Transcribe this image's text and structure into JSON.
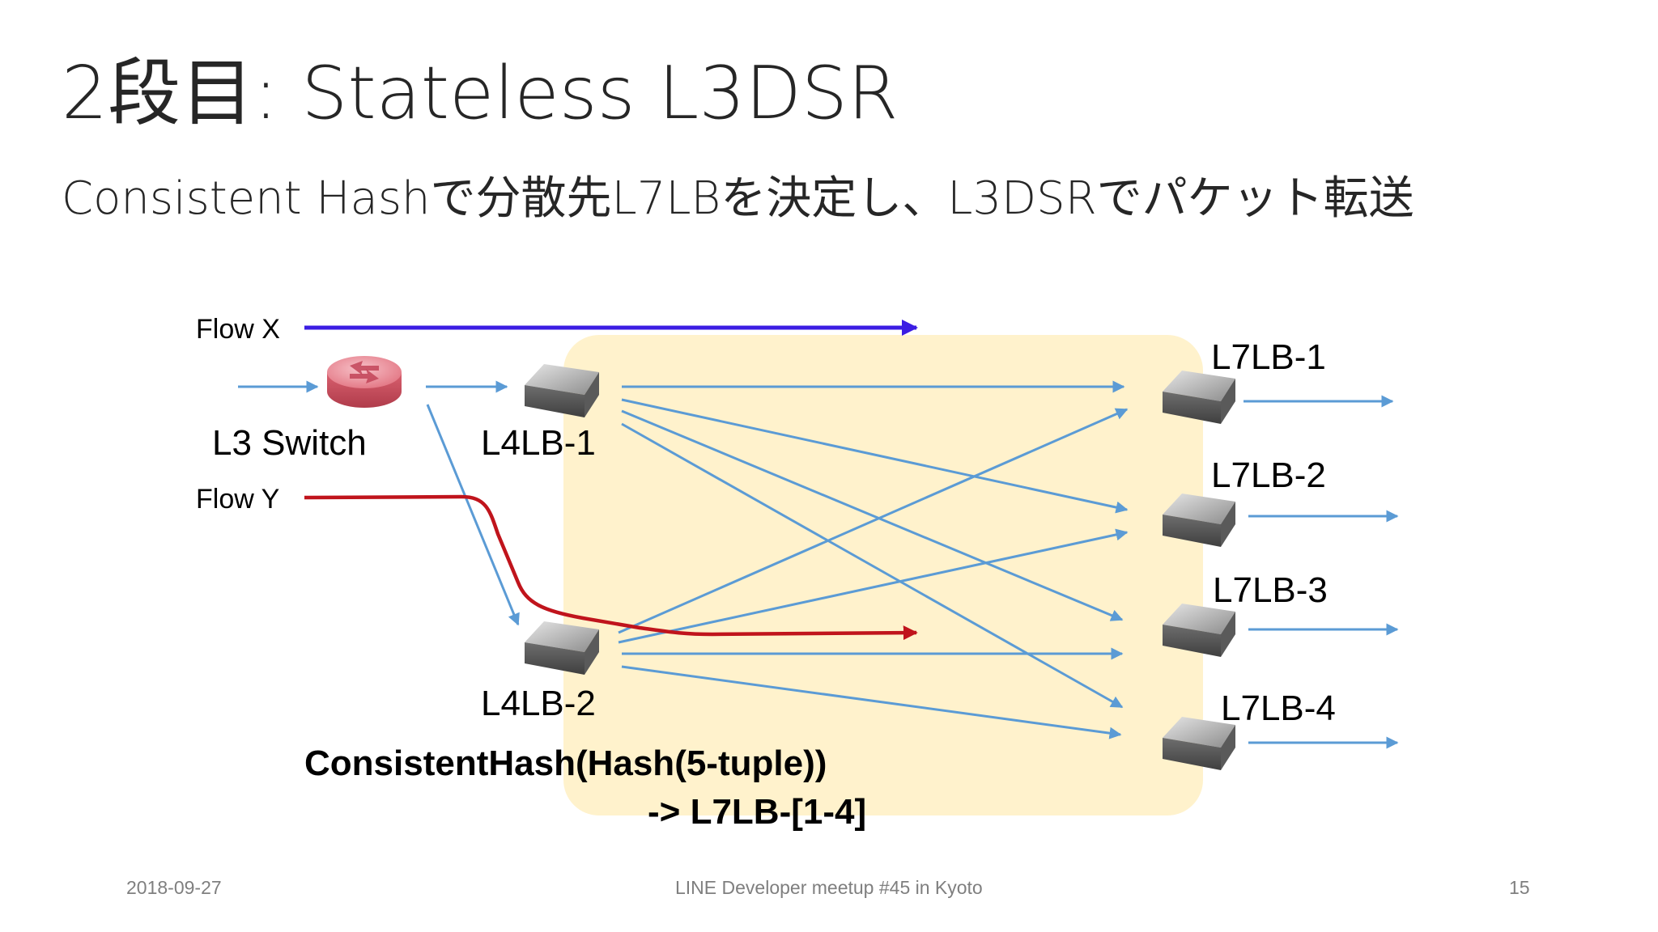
{
  "slide": {
    "title": "2段目: Stateless L3DSR",
    "subtitle": "Consistent Hashで分散先L7LBを決定し、L3DSRでパケット転送"
  },
  "diagram": {
    "flow_x": "Flow X",
    "flow_y": "Flow Y",
    "l3_switch": "L3 Switch",
    "l4lb_1": "L4LB-1",
    "l4lb_2": "L4LB-2",
    "l7lb": [
      "L7LB-1",
      "L7LB-2",
      "L7LB-3",
      "L7LB-4"
    ],
    "hash_line1": "ConsistentHash(Hash(5-tuple))",
    "hash_line2": "-> L7LB-[1-4]",
    "colors": {
      "flow_x": "#3b1de3",
      "flow_y": "#c0141c",
      "link": "#5b9bd5",
      "region": "#fff2cc"
    }
  },
  "footer": {
    "date": "2018-09-27",
    "event": "LINE Developer meetup #45 in Kyoto",
    "page": "15"
  }
}
